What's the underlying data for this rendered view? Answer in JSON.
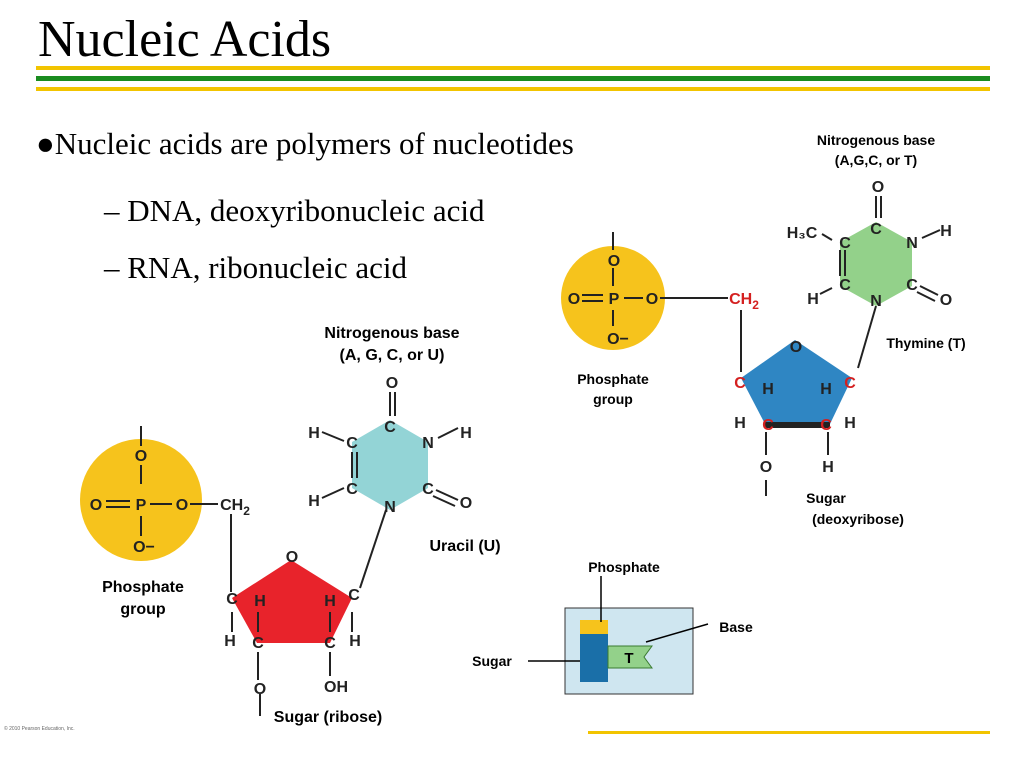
{
  "slide": {
    "title": "Nucleic Acids",
    "bullets": [
      "●Nucleic acids are polymers of nucleotides",
      "– DNA, deoxyribonucleic acid",
      "– RNA, ribonucleic acid"
    ],
    "credit": "© 2010 Pearson Education, Inc."
  },
  "rna": {
    "base_heading": [
      "Nitrogenous base",
      "(A, G, C, or U)"
    ],
    "base_name": "Uracil (U)",
    "phosphate_label": [
      "Phosphate",
      "group"
    ],
    "sugar_label": "Sugar (ribose)"
  },
  "dna": {
    "base_heading": [
      "Nitrogenous base",
      "(A,G,C, or T)"
    ],
    "base_name": "Thymine (T)",
    "phosphate_label": [
      "Phosphate",
      "group"
    ],
    "sugar_label": [
      "Sugar",
      "(deoxyribose)"
    ]
  },
  "schematic": {
    "phosphate": "Phosphate",
    "base": "Base",
    "sugar": "Sugar",
    "flag_letter": "T"
  },
  "atoms": {
    "O": "O",
    "P": "P",
    "C": "C",
    "N": "N",
    "H": "H",
    "O_minus": "O−",
    "CH2": "CH",
    "sub2": "2",
    "OH": "OH",
    "H3C": "H₃C"
  },
  "colors": {
    "phosphate": "#f6c31c",
    "ribose": "#e8232b",
    "deoxyribose": "#2f86c3",
    "uracil": "#93d4d6",
    "thymine": "#93d18a",
    "schematic_bg": "#cfe6f0",
    "rule_green": "#1a8c1f",
    "rule_yellow": "#f2c400",
    "carbon_red": "#d42020"
  }
}
